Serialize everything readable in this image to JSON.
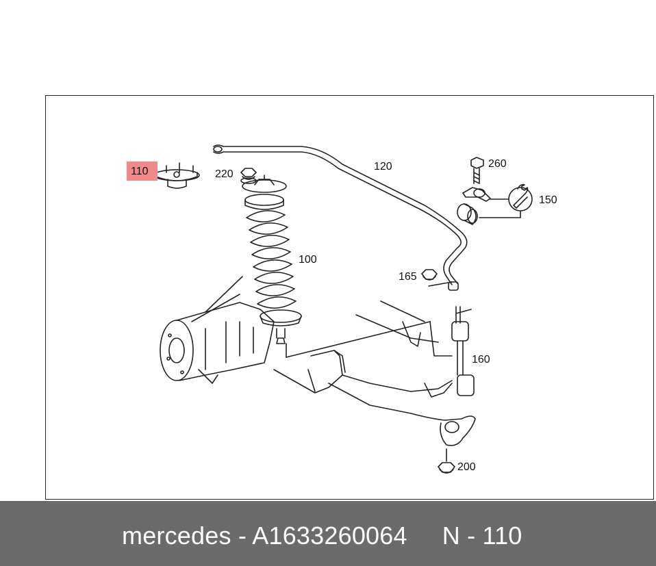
{
  "callouts": {
    "c110": "110",
    "c220": "220",
    "c120": "120",
    "c260": "260",
    "c150": "150",
    "c100": "100",
    "c165": "165",
    "c160": "160",
    "c200": "200"
  },
  "highlight": {
    "callout": "110",
    "color": "#f08a8a"
  },
  "footer": {
    "brand": "mercedes",
    "separator1": " - ",
    "part_number": "A1633260064",
    "position_label": "N",
    "separator2": " - ",
    "position_number": "110"
  },
  "colors": {
    "footer_bg": "#6b6b6b",
    "line": "#222222"
  }
}
